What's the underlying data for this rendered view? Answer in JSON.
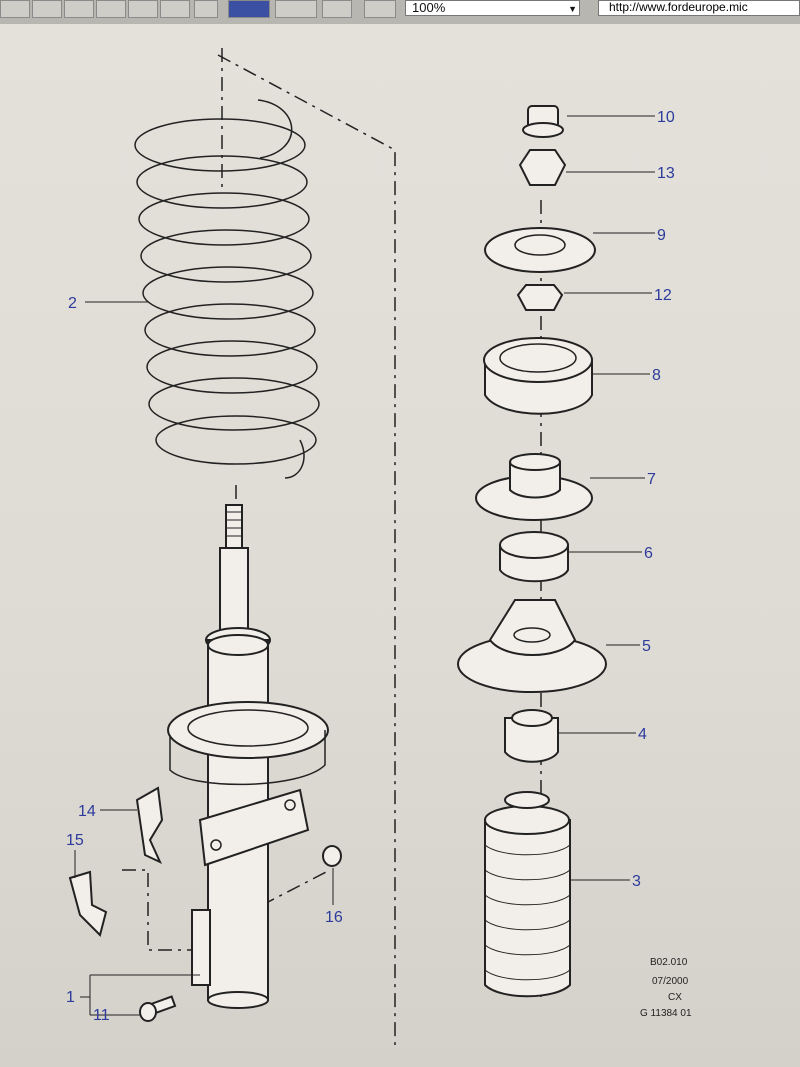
{
  "browser": {
    "zoom_value": "100%",
    "address": "http://www.fordeurope.mic"
  },
  "callouts": [
    "10",
    "13",
    "9",
    "12",
    "8",
    "7",
    "6",
    "5",
    "4",
    "3",
    "2",
    "14",
    "15",
    "16",
    "1",
    "11"
  ],
  "meta": {
    "line1": "B02.010",
    "line2": "07/2000",
    "line3": "CX",
    "line4": "G 11384 01"
  },
  "colors": {
    "callout_text": "#2c3b9c",
    "line_art": "#222222",
    "paper": "#e2dfd9"
  }
}
